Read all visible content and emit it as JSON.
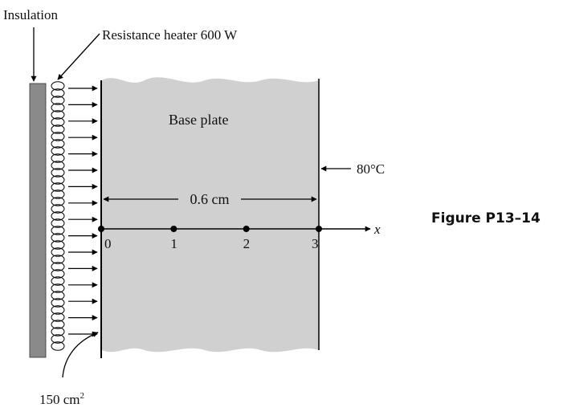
{
  "labels": {
    "insulation": "Insulation",
    "heater": "Resistance heater 600 W",
    "base_plate": "Base plate",
    "surface_temp": "80°C",
    "thickness": "0.6 cm",
    "axis_var": "x",
    "area_value": "150 cm",
    "area_exp": "2",
    "figure_caption": "Figure P13–14"
  },
  "nodes": [
    "0",
    "1",
    "2",
    "3"
  ],
  "colors": {
    "insulation_fill": "#8a8a8a",
    "plate_fill": "#d0d0d0",
    "line": "#000000"
  }
}
